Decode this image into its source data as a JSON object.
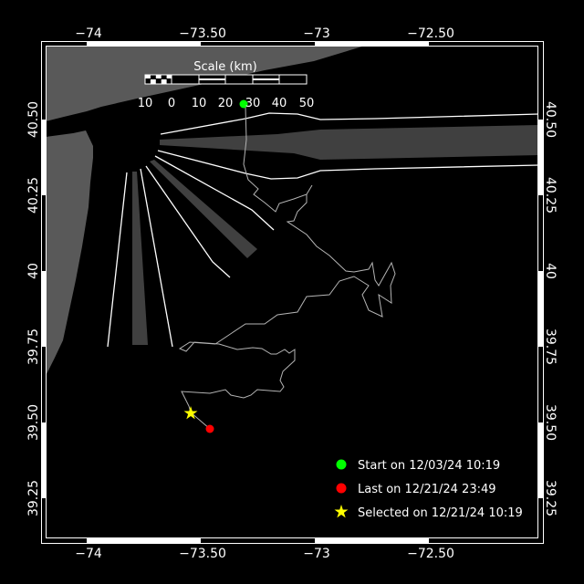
{
  "axes": {
    "lon_labels": [
      "−74",
      "−73.50",
      "−73",
      "−72.50"
    ],
    "lat_labels": [
      "40.50",
      "40.25",
      "40",
      "39.75",
      "39.50",
      "39.25"
    ]
  },
  "scale_bar": {
    "title": "Scale (km)",
    "labels": [
      "10",
      "0",
      "10",
      "20",
      "30",
      "40",
      "50"
    ]
  },
  "legend": {
    "items": [
      {
        "icon": "green-dot-icon",
        "label": "Start on 12/03/24 10:19",
        "color": "#00ff00"
      },
      {
        "icon": "red-dot-icon",
        "label": "Last on 12/21/24 23:49",
        "color": "#ff0000"
      },
      {
        "icon": "yellow-star-icon",
        "label": "Selected on 12/21/24 10:19",
        "color": "#ffff00"
      }
    ]
  },
  "colors": {
    "background": "#000000",
    "land": "#595959",
    "coverage_wedge": "#404040",
    "track": "#b4b4b4",
    "frame": "#ffffff"
  }
}
